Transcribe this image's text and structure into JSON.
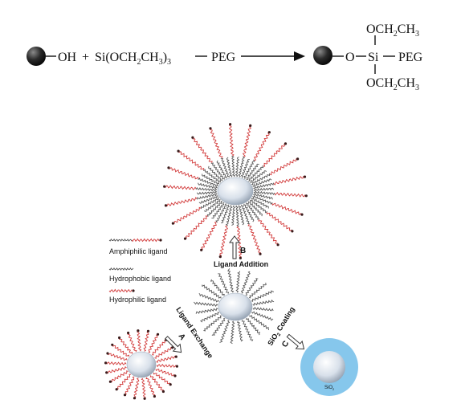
{
  "reaction": {
    "reactant_hydroxyl": "OH",
    "plus": "+",
    "reagent_si": "Si(OCH",
    "reagent_sub2": "2",
    "reagent_ch": "CH",
    "reagent_sub3": "3",
    "reagent_close": ")",
    "reagent_sub3b": "3",
    "reagent_peg": "PEG",
    "product_o": "O",
    "product_si": "Si",
    "product_peg": "PEG",
    "product_top": "OCH",
    "product_top_sub2": "2",
    "product_top_ch": "CH",
    "product_top_sub3": "3",
    "product_bottom": "OCH",
    "product_bottom_sub2": "2",
    "product_bottom_ch": "CH",
    "product_bottom_sub3": "3"
  },
  "legend": {
    "items": [
      {
        "label": "Amphiphilic ligand"
      },
      {
        "label": "Hydrophobic ligand"
      },
      {
        "label": "Hydrophilic ligand"
      }
    ]
  },
  "routes": {
    "a_letter": "A",
    "a_label": "Ligand Exchange",
    "b_letter": "B",
    "b_label": "Ligand Addition",
    "c_letter": "C",
    "c_label_pre": "SiO",
    "c_label_sub": "2",
    "c_label_post": " Coating"
  },
  "shell": {
    "label": "SiO",
    "label_sub": "2"
  },
  "colors": {
    "hydrophobic": "#555555",
    "hydrophilic": "#d23a3a",
    "shell": "#86c7ec",
    "core": "#cfd8e2",
    "text": "#111111"
  }
}
